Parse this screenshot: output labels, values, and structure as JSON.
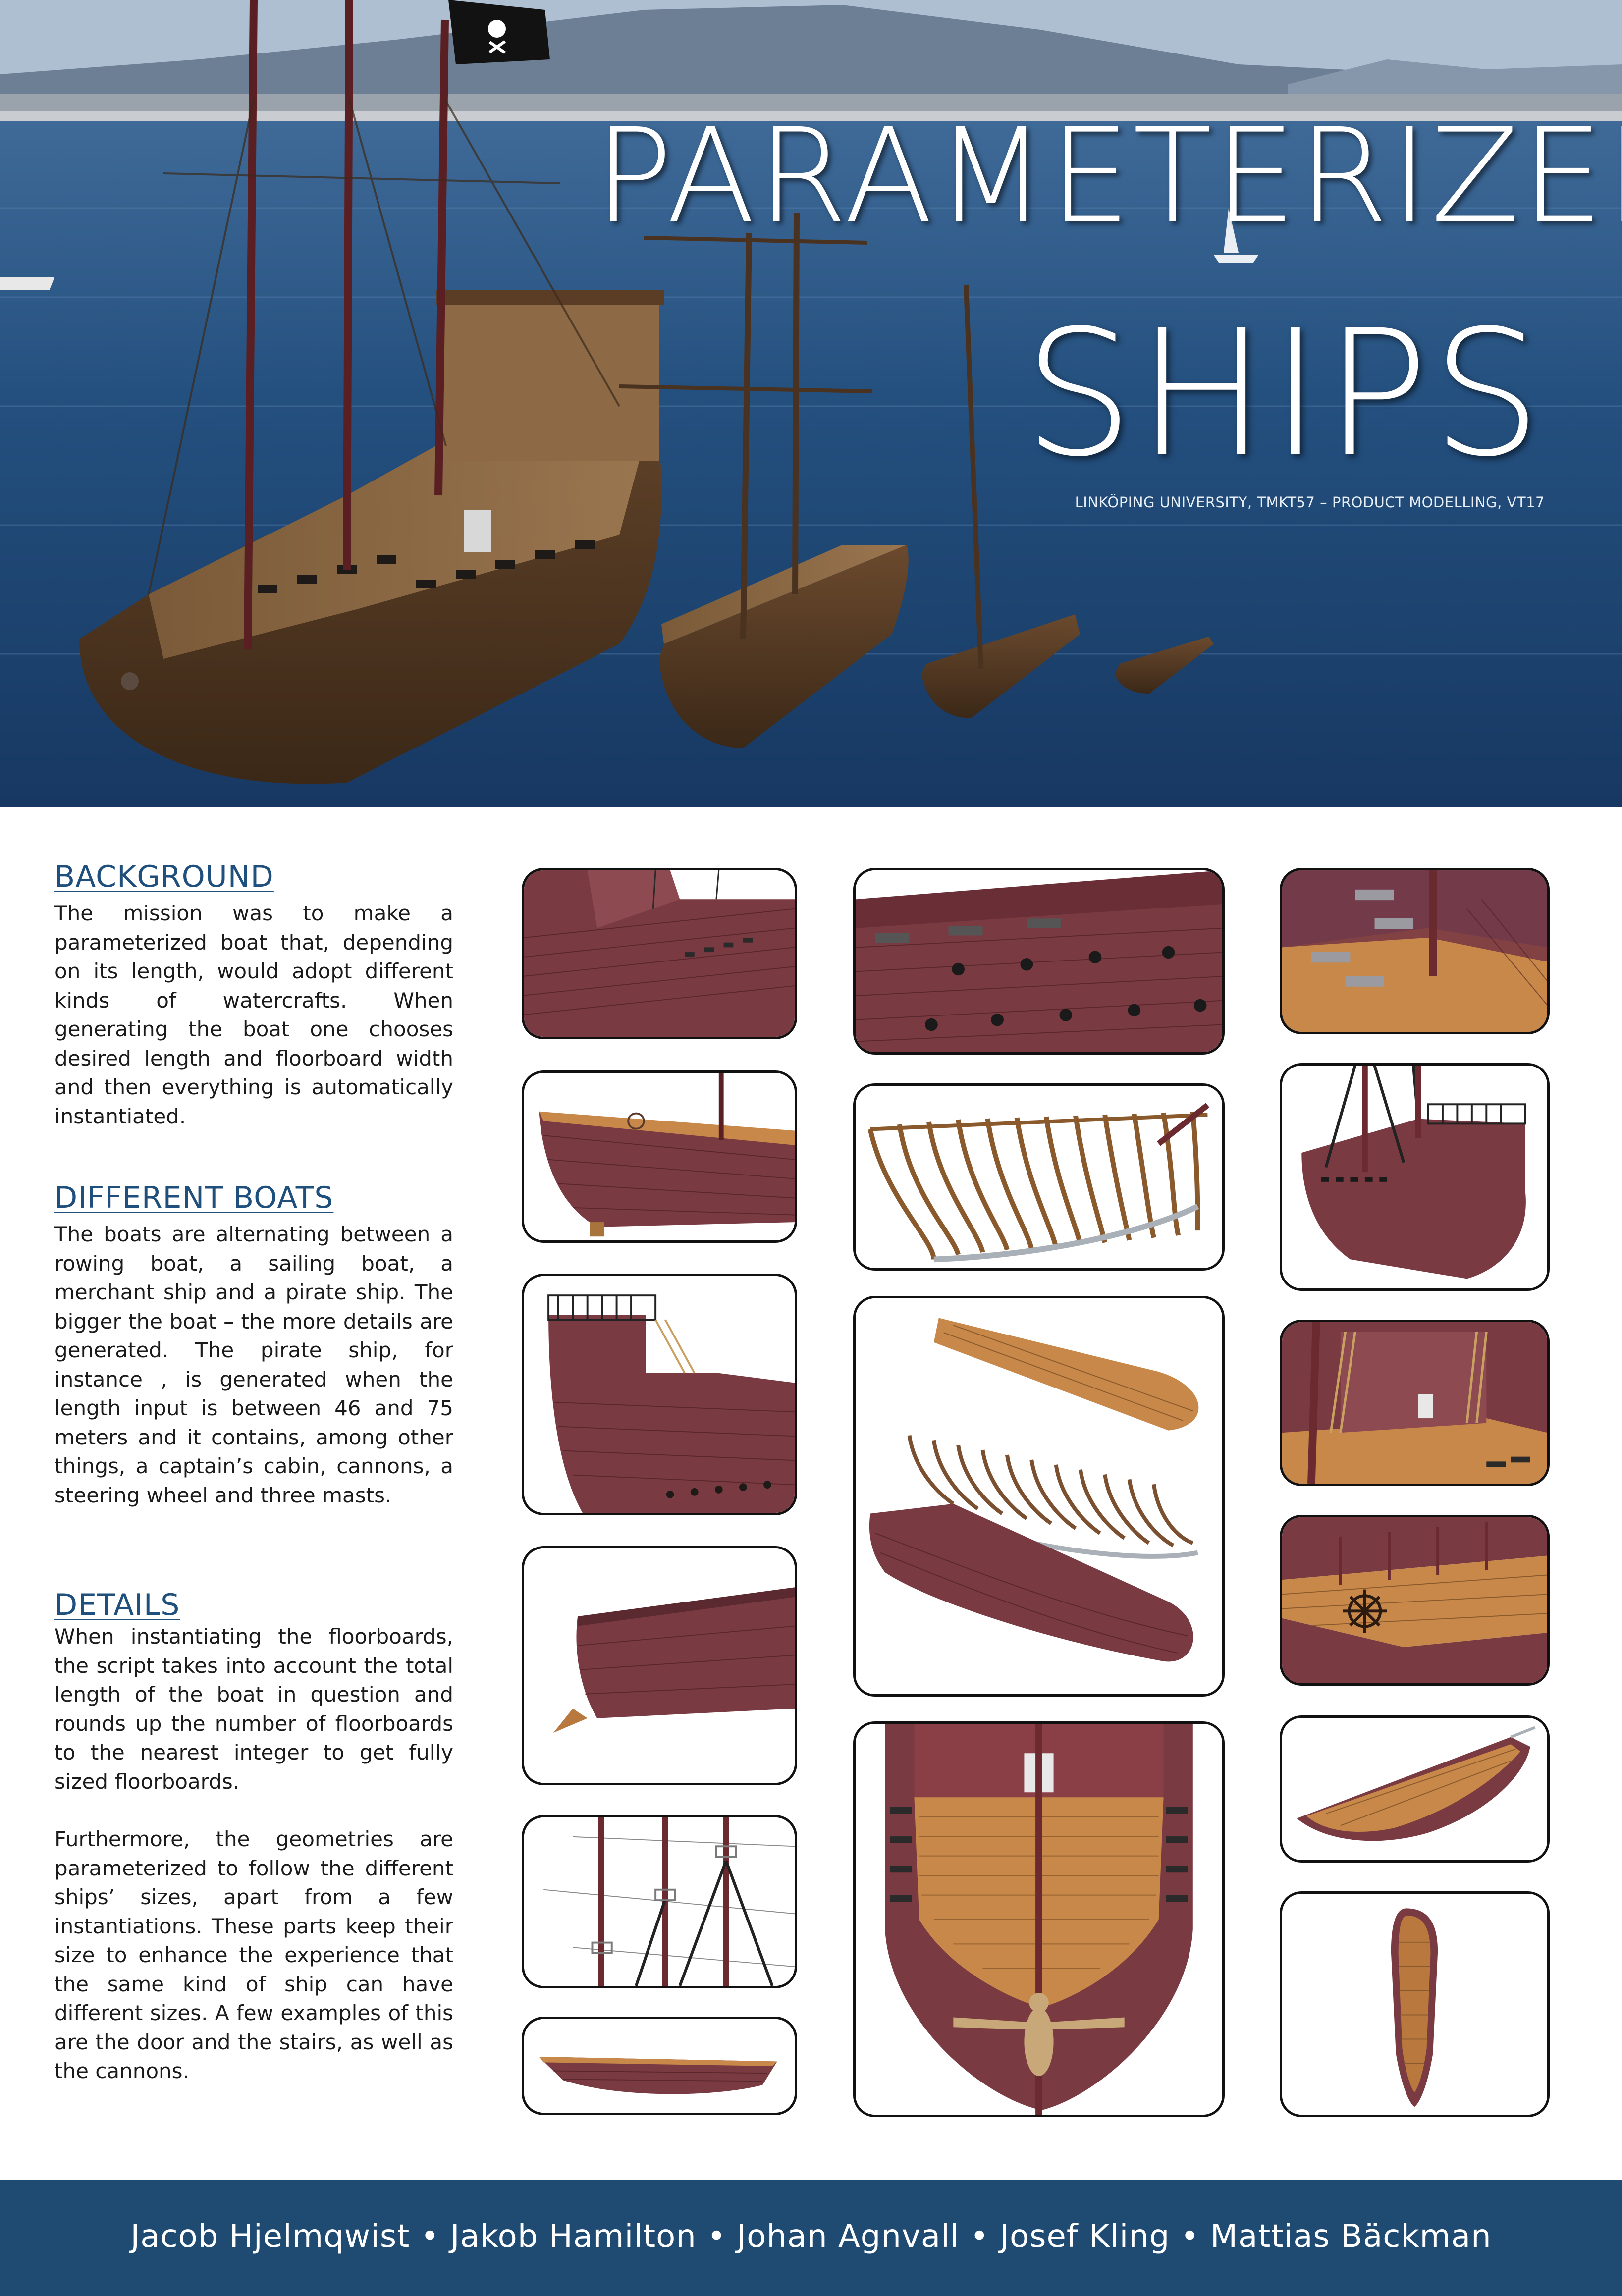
{
  "hero": {
    "title_line1": "PARAMETERIZED",
    "title_line2": "SHIPS",
    "subtitle": "LINKÖPING UNIVERSITY, TMKT57 – PRODUCT MODELLING, VT17",
    "flag_icon": "skull-crossbones-icon"
  },
  "sections": [
    {
      "title": "BACKGROUND",
      "paragraphs": [
        "The mission was to make a parameterized boat that, depending on its length, would adopt different kinds of watercrafts. When generating the boat one chooses desired length and floorboard width and then everything is automatically instantiated."
      ]
    },
    {
      "title": "DIFFERENT BOATS",
      "paragraphs": [
        "The boats are alternating between a rowing boat, a sailing boat, a merchant ship and a pirate ship. The bigger the boat – the more details are generated. The pirate ship, for instance , is generated when the length input is between 46 and 75 meters and it contains, among other things, a captain’s cabin, cannons, a steering wheel and three masts."
      ]
    },
    {
      "title": "DETAILS",
      "paragraphs": [
        "When instantiating the floorboards, the script takes into account the total length of the boat in question and rounds up the number of floorboards to the nearest integer to get fully sized floorboards.",
        "Furthermore, the geometries are parameterized to follow the different ships’ sizes, apart from a few instantiations. These parts keep their size to enhance the experience that the same kind of ship can have different sizes. A few examples of this are the door and the stairs, as well as the cannons."
      ]
    }
  ],
  "footer": {
    "authors": "Jacob Hjelmqwist • Jakob Hamilton • Johan Agnvall • Josef Kling • Mattias Bäckman"
  },
  "colors": {
    "accent": "#1f4b72",
    "heading": "#1f4f7c",
    "hull": "#7a3a41",
    "deck": "#b9783e"
  }
}
